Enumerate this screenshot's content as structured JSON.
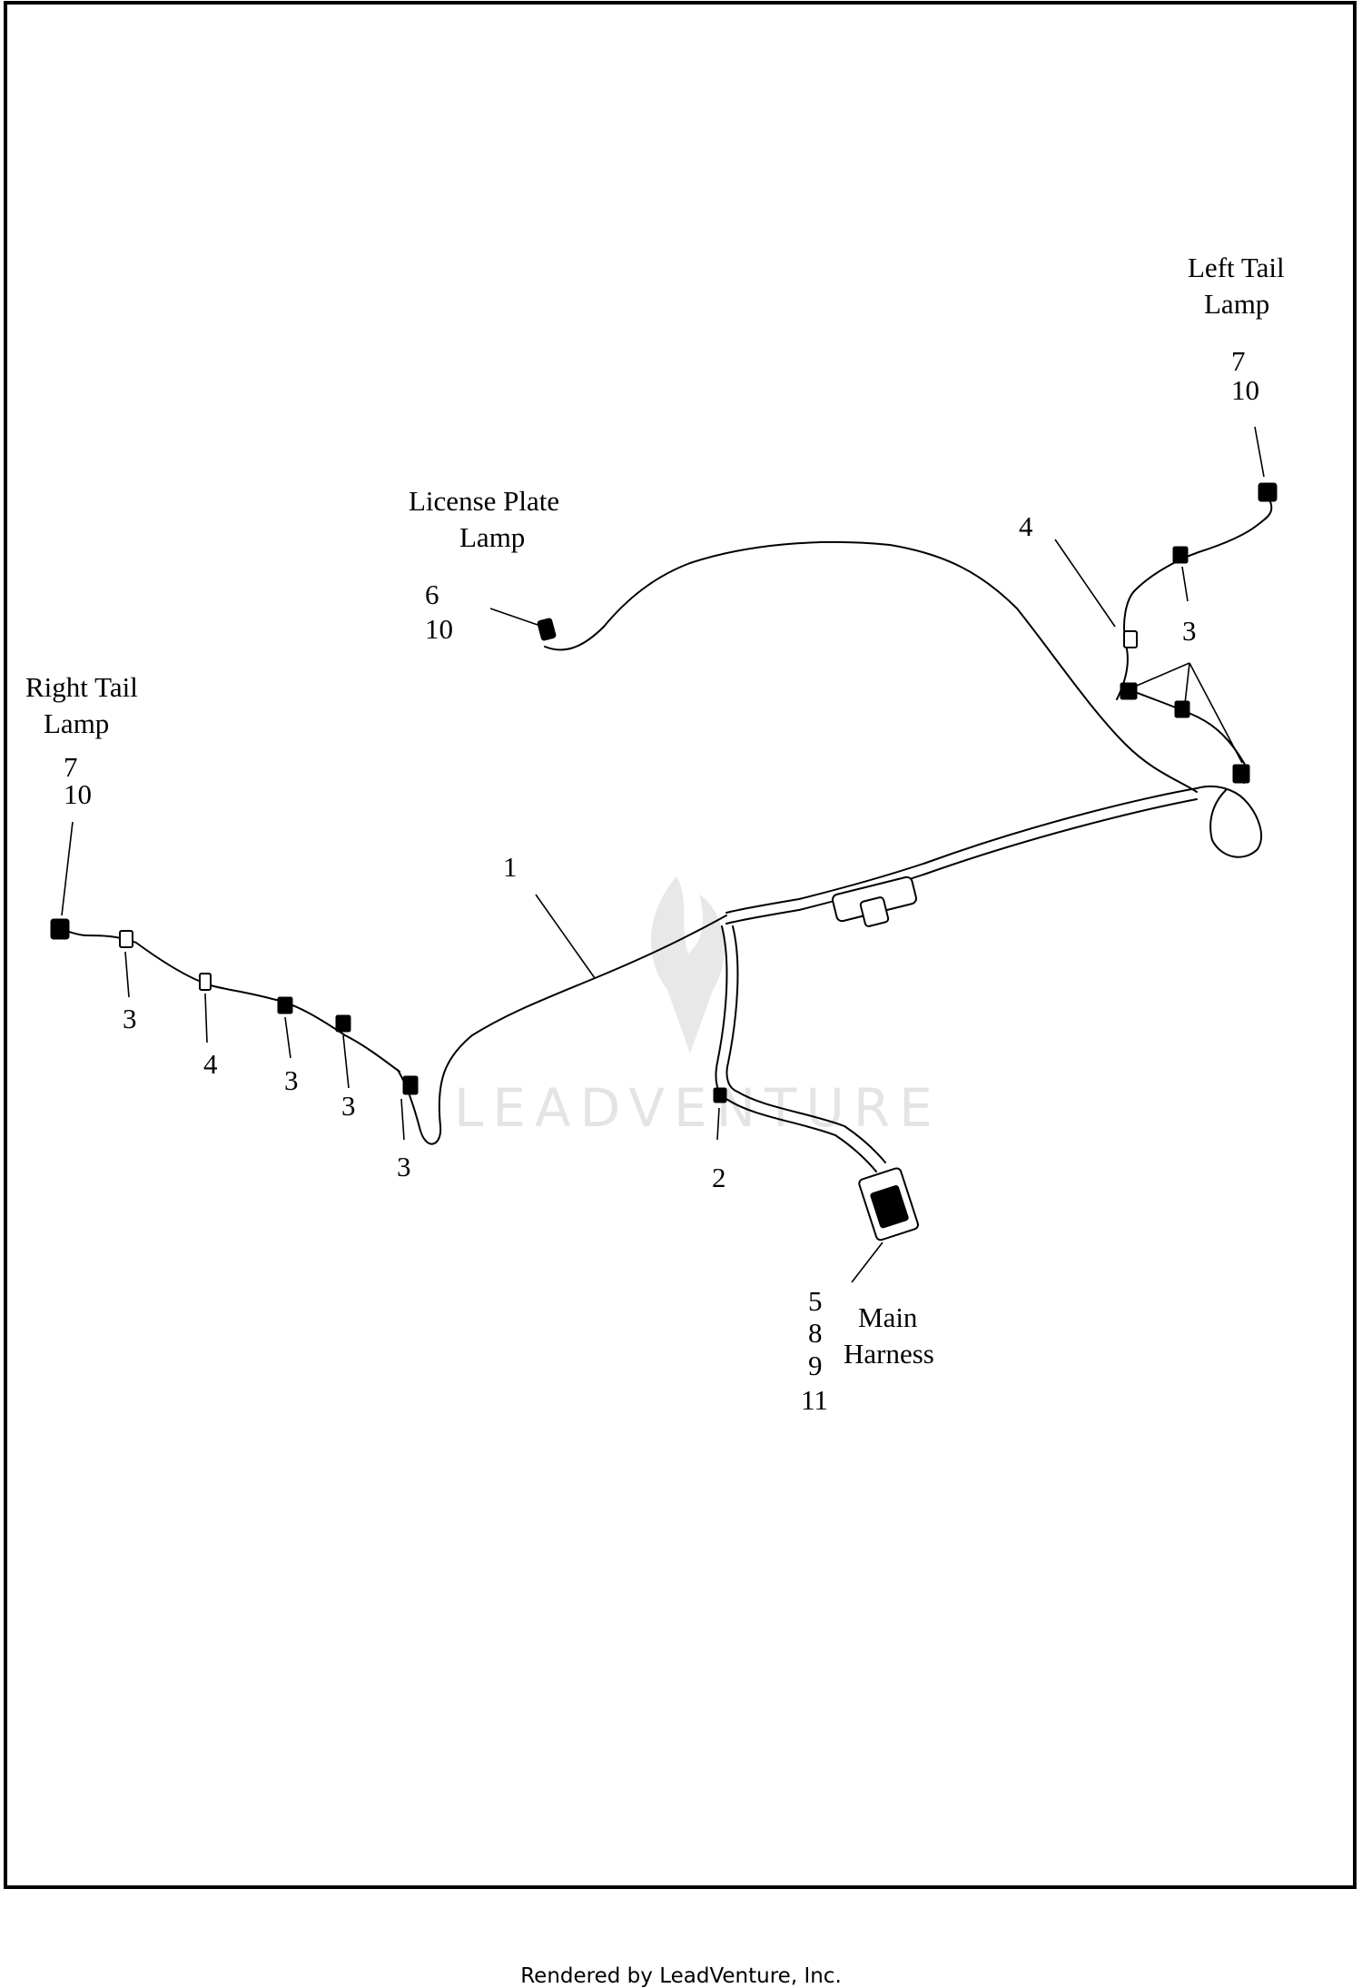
{
  "labels": {
    "left_tail": [
      "Left Tail",
      "Lamp"
    ],
    "license_plate": [
      "License Plate",
      "Lamp"
    ],
    "right_tail": [
      "Right Tail",
      "Lamp"
    ],
    "main_harness": [
      "Main",
      "Harness"
    ]
  },
  "callouts": {
    "left_tail_parts": [
      "7",
      "10"
    ],
    "license_plate_parts": [
      "6",
      "10"
    ],
    "right_tail_parts": [
      "7",
      "10"
    ],
    "main_harness_parts": [
      "5",
      "8",
      "9",
      "11"
    ],
    "main_harness": "1",
    "clip_2": "2",
    "clip_3": "3",
    "tie_4": "4"
  },
  "watermark": "LEADVENTURE",
  "footer": "Rendered by LeadVenture, Inc."
}
